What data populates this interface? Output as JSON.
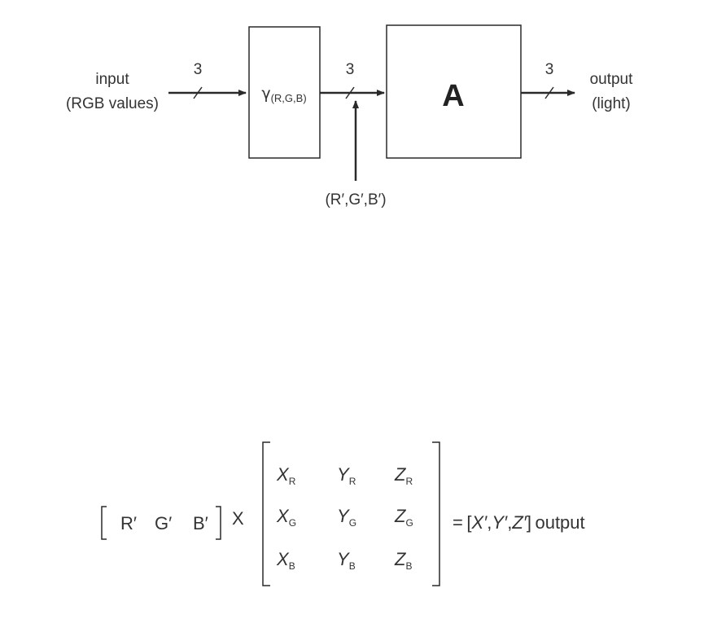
{
  "block_diagram": {
    "input_label_line1": "input",
    "input_label_line2": "(RGB values)",
    "output_label_line1": "output",
    "output_label_line2": "(light)",
    "bus_width_in": "3",
    "bus_width_mid": "3",
    "bus_width_out": "3",
    "gamma_symbol": "γ",
    "gamma_subscript": "(R,G,B)",
    "matrix_block_label": "A",
    "intermediate_label": "(R′,G′,B′)"
  },
  "equation": {
    "row_vector": [
      "R′",
      "G′",
      "B′"
    ],
    "multiply_sign": "X",
    "matrix": [
      [
        {
          "v": "X",
          "s": "R"
        },
        {
          "v": "Y",
          "s": "R"
        },
        {
          "v": "Z",
          "s": "R"
        }
      ],
      [
        {
          "v": "X",
          "s": "G"
        },
        {
          "v": "Y",
          "s": "G"
        },
        {
          "v": "Z",
          "s": "G"
        }
      ],
      [
        {
          "v": "X",
          "s": "B"
        },
        {
          "v": "Y",
          "s": "B"
        },
        {
          "v": "Z",
          "s": "B"
        }
      ]
    ],
    "equals": "=",
    "result_open": "[",
    "result_vars": [
      "X′",
      "Y′",
      "Z′"
    ],
    "result_sep": ",",
    "result_close": "]",
    "result_suffix": "output"
  }
}
